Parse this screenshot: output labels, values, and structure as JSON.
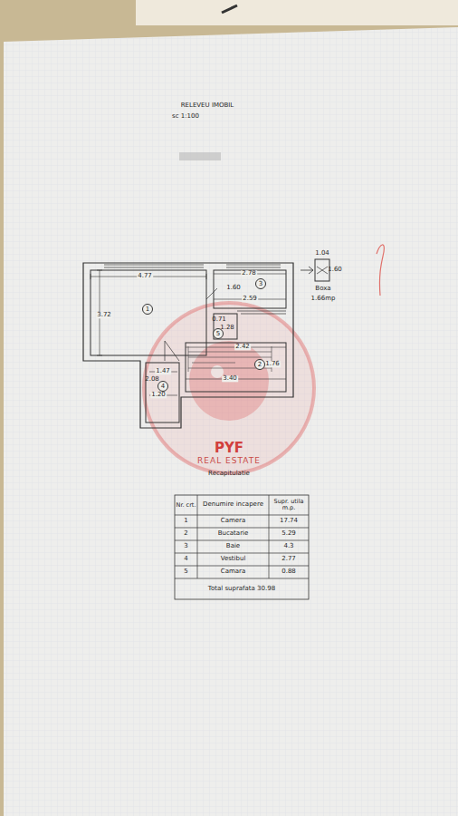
{
  "diagram": {
    "title": "RELEVEU IMOBIL",
    "nodes": [
      {
        "text": [
          "1"
        ]
      },
      {
        "text": [
          "3"
        ]
      },
      {
        "text": [
          "5"
        ]
      },
      {
        "text": [
          "2"
        ]
      },
      {
        "text": [
          "4"
        ]
      }
    ],
    "labels": [
      "sc 1:100",
      "4.77",
      "3.72",
      "2.78",
      "1.60",
      "2.59",
      "0.71",
      "1.28",
      "2.42",
      "1.76",
      "3.40",
      "1.47",
      "2.08",
      "1.20",
      "1.04",
      "1.60",
      "Boxa",
      "1.66mp",
      "PYF",
      "REAL ESTATE",
      "Recapitulatie",
      "Nr. crt.",
      "Denumire incapere",
      "Supr. utila m.p.",
      "1",
      "Camera",
      "17.74",
      "2",
      "Bucatarie",
      "5.29",
      "3",
      "Baie",
      "4.3",
      "4",
      "Vestibul",
      "2.77",
      "5",
      "Camara",
      "0.88",
      "Total suprafata 30.98"
    ]
  }
}
